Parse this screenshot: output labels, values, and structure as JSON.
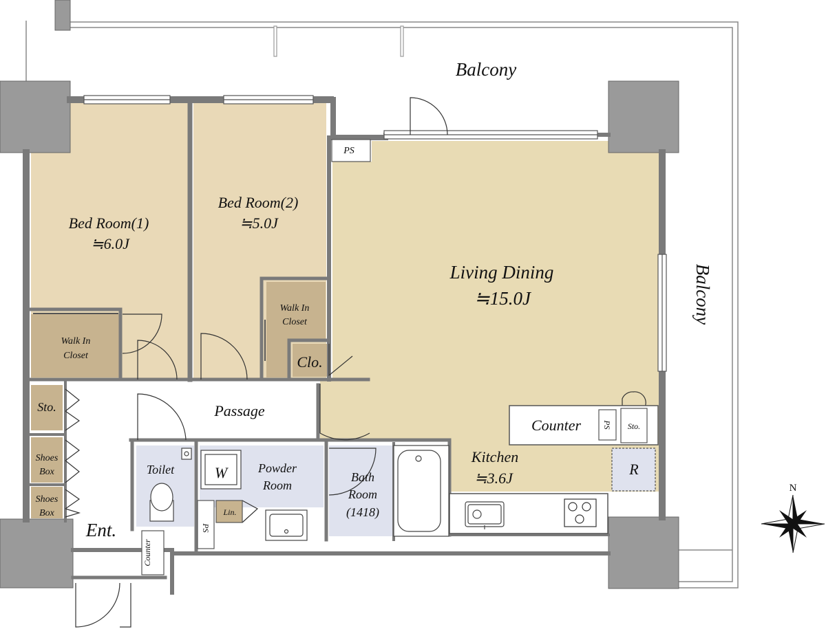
{
  "rooms": {
    "balcony_top": "Balcony",
    "balcony_right": "Balcony",
    "bedroom1": {
      "name": "Bed Room(1)",
      "size": "≒6.0J"
    },
    "bedroom2": {
      "name": "Bed Room(2)",
      "size": "≒5.0J"
    },
    "living": {
      "name": "Living Dining",
      "size": "≒15.0J"
    },
    "kitchen": {
      "name": "Kitchen",
      "size": "≒3.6J"
    },
    "wic1": {
      "line1": "Walk In",
      "line2": "Closet"
    },
    "wic2": {
      "line1": "Walk In",
      "line2": "Closet"
    },
    "closet": "Clo.",
    "passage": "Passage",
    "storage_left": "Sto.",
    "storage_kitchen": "Sto.",
    "shoes1": {
      "line1": "Shoes",
      "line2": "Box"
    },
    "shoes2": {
      "line1": "Shoes",
      "line2": "Box"
    },
    "toilet": "Toilet",
    "powder": {
      "line1": "Powder",
      "line2": "Room"
    },
    "bath": {
      "line1": "Bath",
      "line2": "Room",
      "line3": "(1418)"
    },
    "counter_kitchen": "Counter",
    "counter_entry": "Counter",
    "entrance": "Ent.",
    "washer": "W",
    "fridge": "R",
    "linen": "Lin.",
    "ps_top": "PS",
    "ps_kitchen": "PS",
    "ps_powder": "PS"
  },
  "compass": {
    "north": "N"
  },
  "colors": {
    "bedroom": "#e9d9b7",
    "living": "#e8dbb4",
    "closet": "#c7b38f",
    "wet": "#dfe2ee",
    "pillar": "#9a9a9a",
    "wall": "#7a7a7a"
  }
}
